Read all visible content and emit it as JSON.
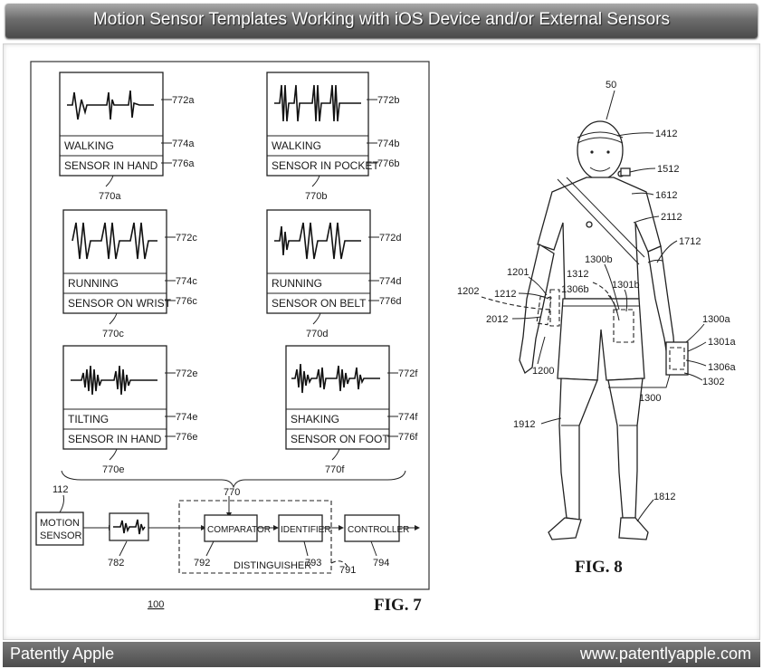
{
  "banner": {
    "title": "Motion Sensor Templates Working with iOS Device and/or External Sensors"
  },
  "fig7": {
    "caption": "FIG. 7",
    "ref_100": "100",
    "templates": [
      {
        "motion": "WALKING",
        "sensor": "SENSOR IN HAND",
        "wave_ref": "772a",
        "motion_ref": "774a",
        "sensor_ref": "776a",
        "group_ref": "770a"
      },
      {
        "motion": "WALKING",
        "sensor": "SENSOR IN POCKET",
        "wave_ref": "772b",
        "motion_ref": "774b",
        "sensor_ref": "776b",
        "group_ref": "770b"
      },
      {
        "motion": "RUNNING",
        "sensor": "SENSOR ON WRIST",
        "wave_ref": "772c",
        "motion_ref": "774c",
        "sensor_ref": "776c",
        "group_ref": "770c"
      },
      {
        "motion": "RUNNING",
        "sensor": "SENSOR ON BELT",
        "wave_ref": "772d",
        "motion_ref": "774d",
        "sensor_ref": "776d",
        "group_ref": "770d"
      },
      {
        "motion": "TILTING",
        "sensor": "SENSOR IN HAND",
        "wave_ref": "772e",
        "motion_ref": "774e",
        "sensor_ref": "776e",
        "group_ref": "770e"
      },
      {
        "motion": "SHAKING",
        "sensor": "SENSOR ON FOOT",
        "wave_ref": "772f",
        "motion_ref": "774f",
        "sensor_ref": "776f",
        "group_ref": "770f"
      }
    ],
    "group_ref": "770",
    "flow": {
      "motion_sensor_line1": "MOTION",
      "motion_sensor_line2": "SENSOR",
      "motion_sensor_ref": "112",
      "signal_ref": "782",
      "comparator": "COMPARATOR",
      "comparator_ref": "792",
      "identifier": "IDENTIFIER",
      "identifier_ref": "793",
      "distinguisher": "DISTINGUISHER",
      "distinguisher_ref": "791",
      "controller": "CONTROLLER",
      "controller_ref": "794"
    }
  },
  "fig8": {
    "caption": "FIG. 8",
    "refs": {
      "person": "50",
      "headband": "1412",
      "neck": "1512",
      "shoulder": "1612",
      "strap": "2112",
      "arm": "1712",
      "r1300b": "1300b",
      "r1312": "1312",
      "r1306b": "1306b",
      "r1301b": "1301b",
      "r1201": "1201",
      "r1212": "1212",
      "r1202": "1202",
      "r2012": "2012",
      "r1200": "1200",
      "r1300a": "1300a",
      "r1301a": "1301a",
      "r1306a": "1306a",
      "r1302": "1302",
      "r1300": "1300",
      "leg": "1912",
      "shoe": "1812"
    }
  },
  "footer": {
    "left": "Patently Apple",
    "right": "www.patentlyapple.com"
  }
}
